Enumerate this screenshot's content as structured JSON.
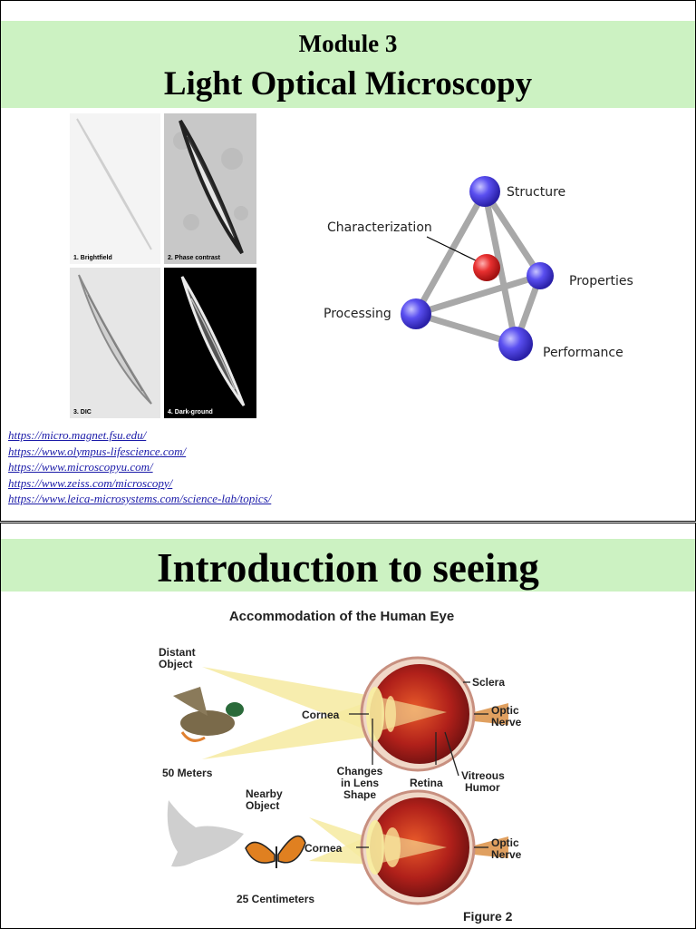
{
  "slide1": {
    "module": "Module 3",
    "title": "Light Optical Microscopy",
    "panels": [
      "1. Brightfield",
      "2. Phase contrast",
      "3. DIC",
      "4. Dark-ground"
    ],
    "tetrahedron": {
      "top": "Structure",
      "center": "Characterization",
      "left": "Processing",
      "right": "Properties",
      "bottom": "Performance"
    },
    "links": [
      "https://micro.magnet.fsu.edu/",
      "https://www.olympus-lifescience.com/",
      "https://www.microscopyu.com/",
      "https://www.zeiss.com/microscopy/",
      "https://www.leica-microsystems.com/science-lab/topics/"
    ]
  },
  "slide2": {
    "title": "Introduction to seeing",
    "figure": {
      "heading": "Accommodation of the Human Eye",
      "distant_object_l1": "Distant",
      "distant_object_l2": "Object",
      "distance_far": "50 Meters",
      "nearby_object_l1": "Nearby",
      "nearby_object_l2": "Object",
      "distance_near": "25 Centimeters",
      "cornea_top": "Cornea",
      "cornea_bottom": "Cornea",
      "sclera": "Sclera",
      "optic_nerve_top_l1": "Optic",
      "optic_nerve_top_l2": "Nerve",
      "optic_nerve_bottom_l1": "Optic",
      "optic_nerve_bottom_l2": "Nerve",
      "lens_l1": "Changes",
      "lens_l2": "in Lens",
      "lens_l3": "Shape",
      "retina": "Retina",
      "vitreous_l1": "Vitreous",
      "vitreous_l2": "Humor",
      "caption": "Figure 2"
    }
  },
  "colors": {
    "header_band": "#ccf2c2",
    "link": "#1a1aa8",
    "sphere_blue": "#5a4ff0",
    "sphere_red": "#e83030"
  }
}
